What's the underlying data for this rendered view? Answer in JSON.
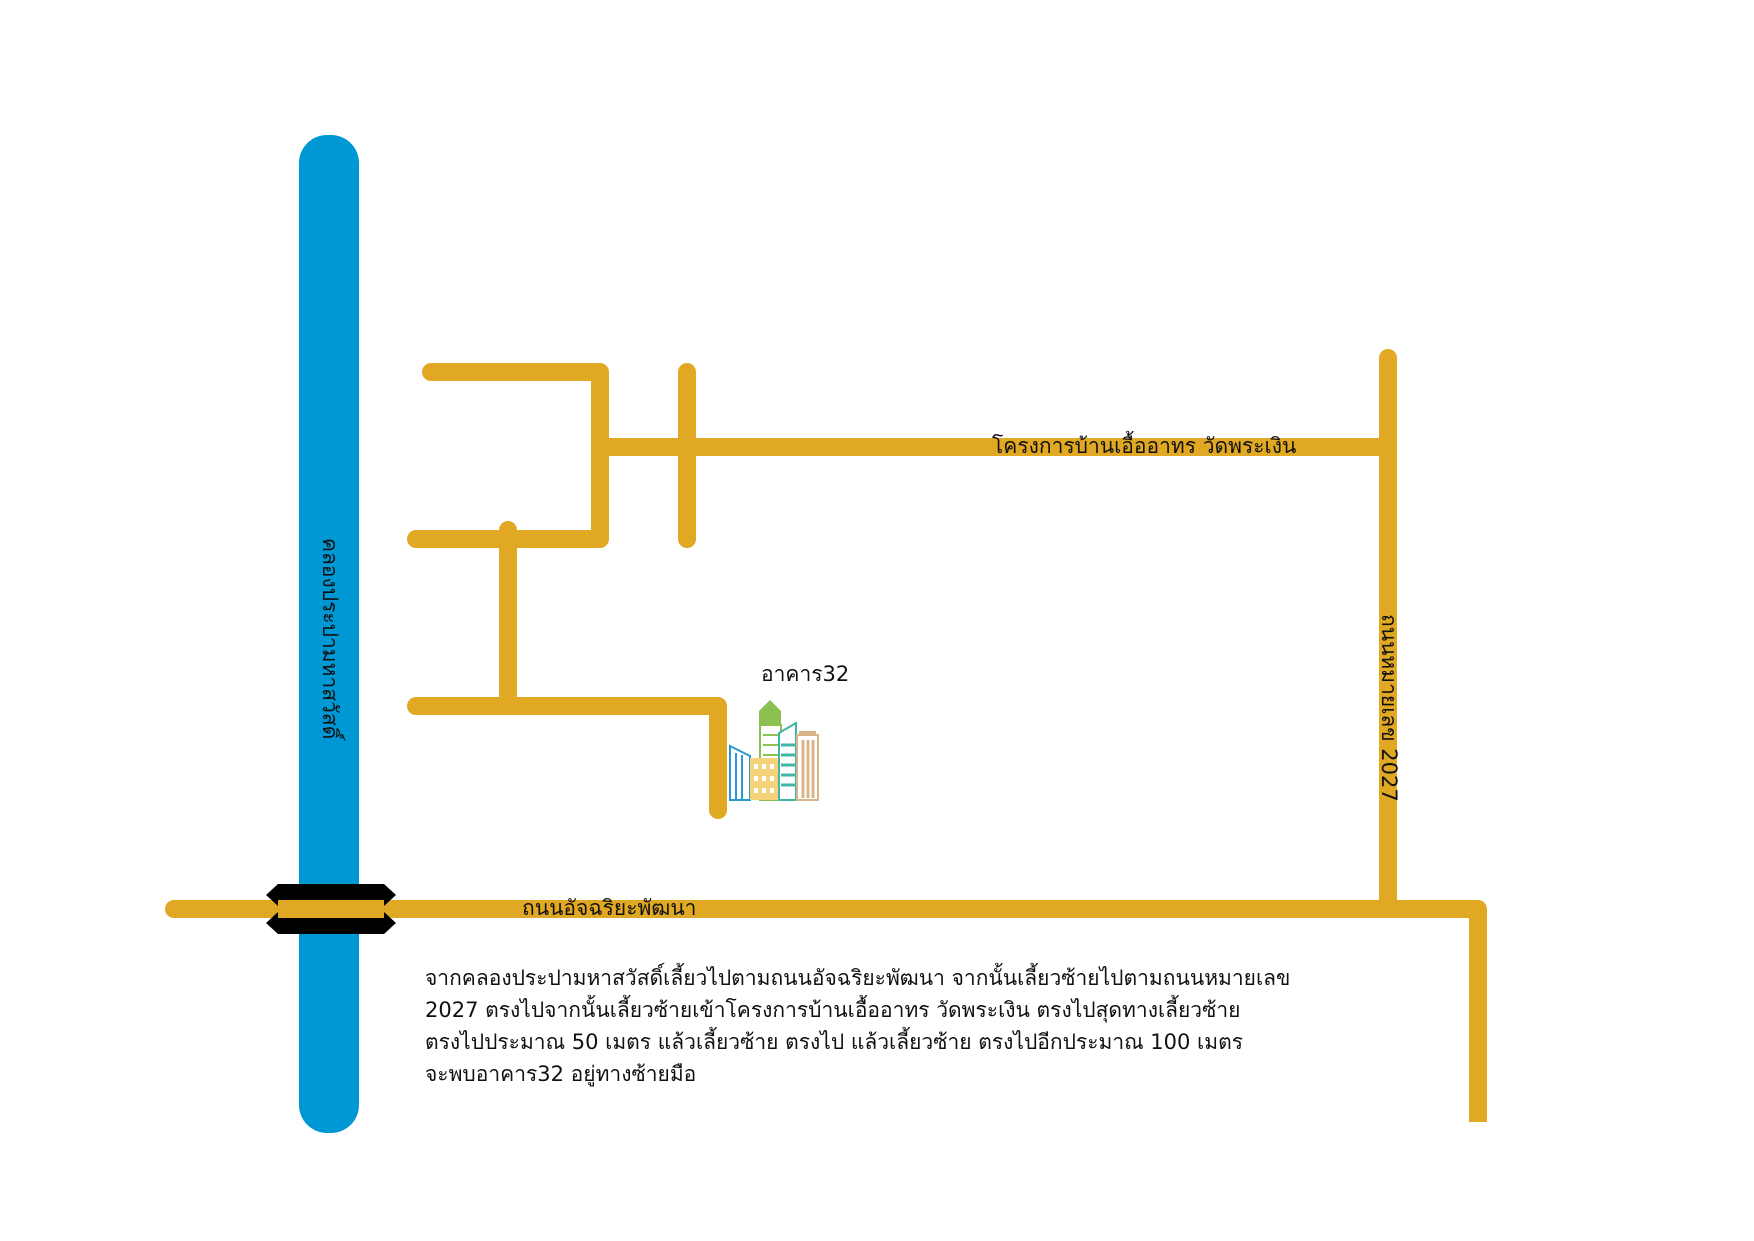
{
  "labels": {
    "canal": "คลองประปามหาสวัสดิ์",
    "main_road": "ถนนอัจฉริยะพัฒนา",
    "road_2027": "ถนนหมายเลข 2027",
    "project": "โครงการบ้านเอื้ออาทร วัดพระเงิน",
    "building": "อาคาร32"
  },
  "directions": [
    "จากคลองประปามหาสวัสดิ์เลี้ยวไปตามถนนอัจฉริยะพัฒนา จากนั้นเลี้ยวซ้ายไปตามถนนหมายเลข",
    "2027 ตรงไปจากนั้นเลี้ยวซ้ายเข้าโครงการบ้านเอื้ออาทร วัดพระเงิน ตรงไปสุดทางเลี้ยวซ้าย",
    "ตรงไปประมาณ 50 เมตร แล้วเลี้ยวซ้าย ตรงไป แล้วเลี้ยวซ้าย ตรงไปอีกประมาณ 100 เมตร",
    "จะพบอาคาร32  อยู่ทางซ้ายมือ"
  ],
  "colors": {
    "road": "#E0A823",
    "canal": "#0098D4",
    "bridge": "#000000"
  },
  "icons": {
    "building": "city-buildings-icon"
  }
}
